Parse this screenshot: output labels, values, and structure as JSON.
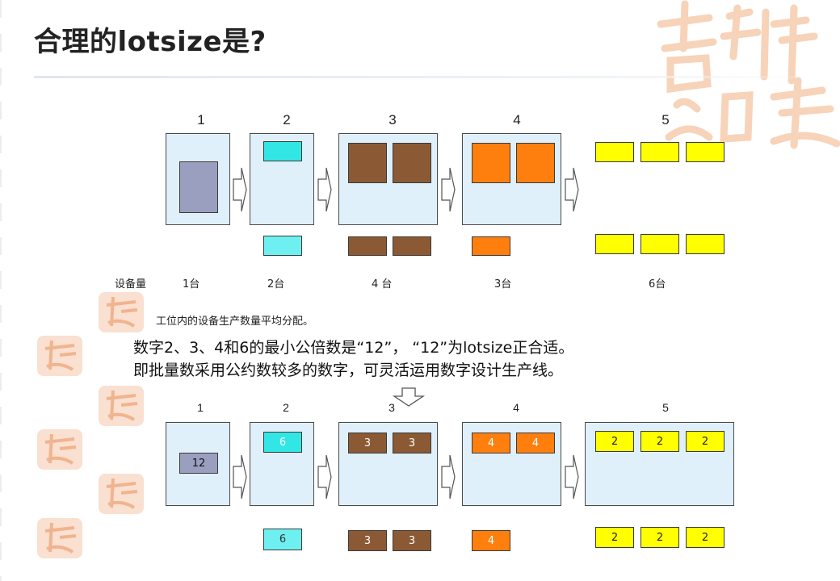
{
  "page": {
    "title": "合理的lotsize是?"
  },
  "top_diagram": {
    "station_numbers": [
      "1",
      "2",
      "3",
      "4",
      "5"
    ],
    "equipment_label": "设备量",
    "equipment_counts": [
      "1台",
      "2台",
      "4 台",
      "3台",
      "6台"
    ]
  },
  "note": "工位内的设备生产数量平均分配。",
  "explanation": {
    "line1": "数字2、3、4和6的最小公倍数是“12”，  “12”为lotsize正合适。",
    "line2": "即批量数采用公约数较多的数字，可灵活运用数字设计生产线。"
  },
  "bottom_diagram": {
    "station_numbers": [
      "1",
      "2",
      "3",
      "4",
      "5"
    ],
    "block_values": {
      "s1": [
        "12"
      ],
      "s2": [
        "6",
        "6"
      ],
      "s3": [
        "3",
        "3",
        "3",
        "3"
      ],
      "s4": [
        "4",
        "4",
        "4"
      ],
      "s5": [
        "2",
        "2",
        "2",
        "2",
        "2",
        "2"
      ]
    }
  },
  "colors": {
    "station_fill": "#dff0fa",
    "s1_block": "#9b9fbf",
    "s2_block": "#33e6e6",
    "s2_block_light": "#6ff0f0",
    "s3_block": "#8b5a34",
    "s4_block": "#ff7f0e",
    "s5_block": "#ffff00"
  }
}
